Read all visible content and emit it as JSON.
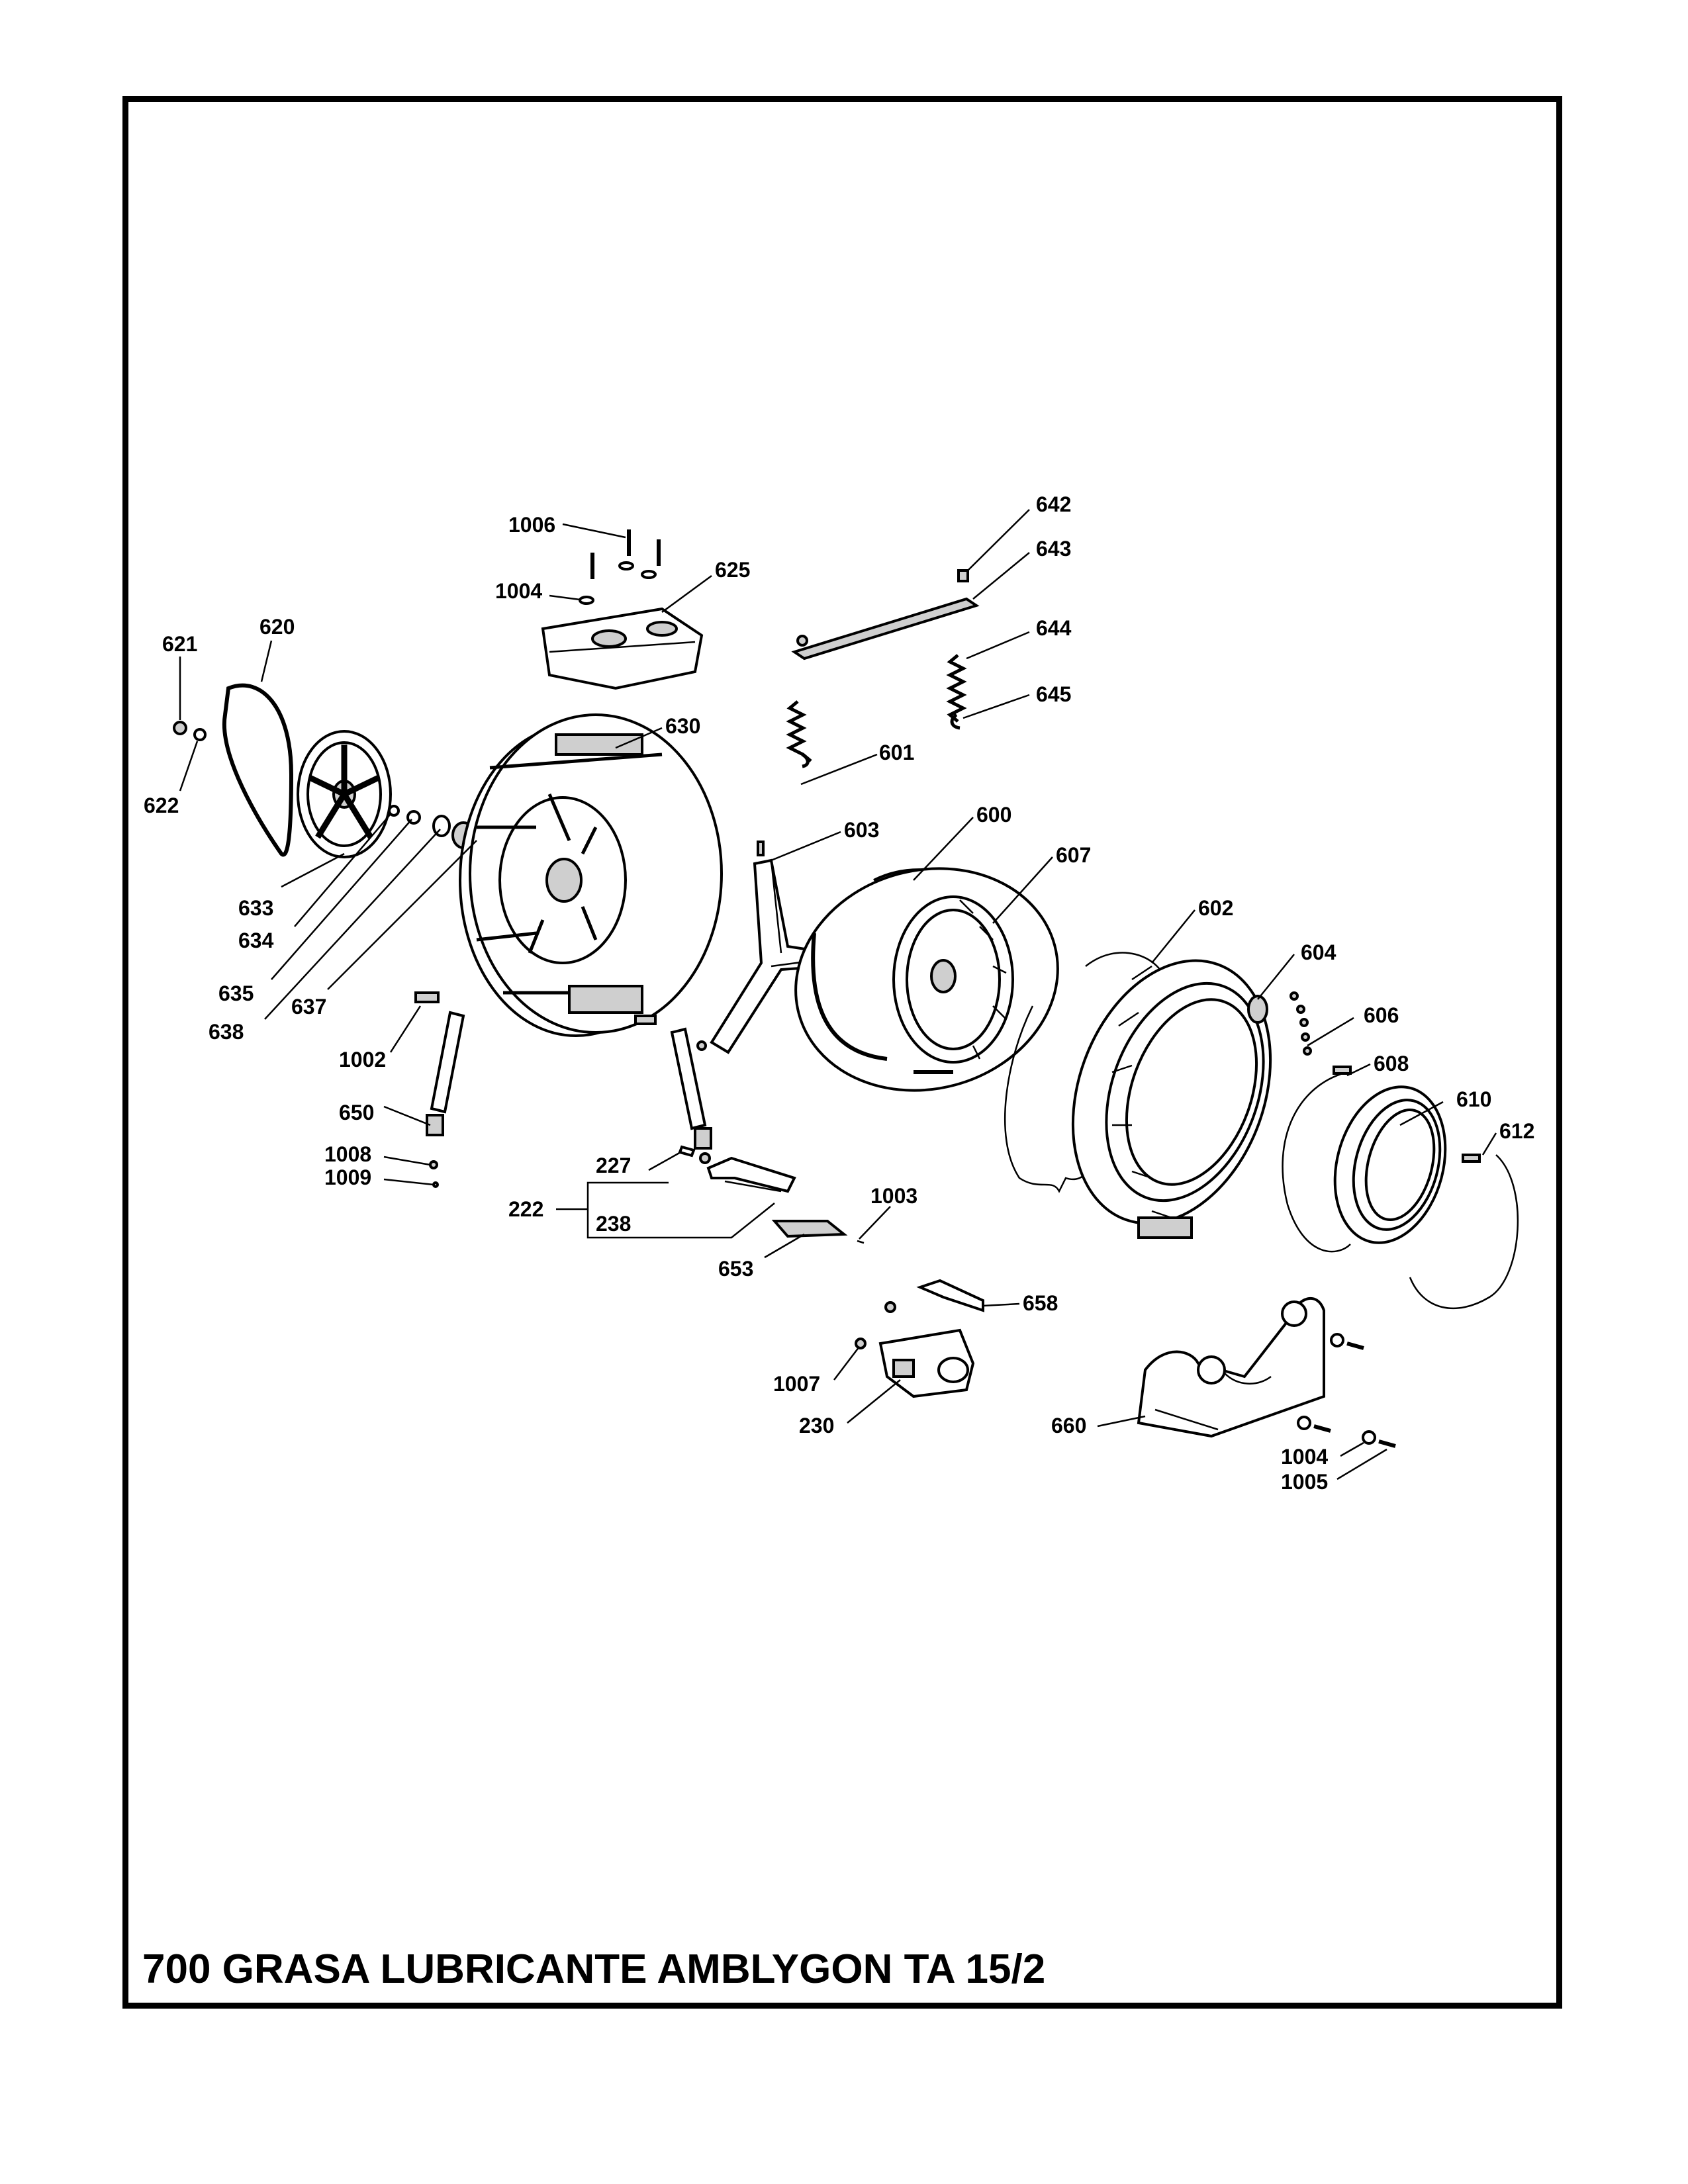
{
  "footer_note": "700 GRASA LUBRICANTE AMBLYGON TA 15/2",
  "callouts": {
    "p1006a": "1006",
    "p642": "642",
    "p643": "643",
    "p625": "625",
    "p1004a": "1004",
    "p621": "621",
    "p620": "620",
    "p644": "644",
    "p645": "645",
    "p622": "622",
    "p630": "630",
    "p601": "601",
    "p603": "603",
    "p600": "600",
    "p607": "607",
    "p602": "602",
    "p633": "633",
    "p634": "634",
    "p604": "604",
    "p635": "635",
    "p637": "637",
    "p638": "638",
    "p606": "606",
    "p608": "608",
    "p1002": "1002",
    "p610": "610",
    "p650": "650",
    "p612": "612",
    "p1008": "1008",
    "p1009": "1009",
    "p227": "227",
    "p222": "222",
    "p238": "238",
    "p1003": "1003",
    "p653": "653",
    "p658": "658",
    "p1007": "1007",
    "p230": "230",
    "p660": "660",
    "p1004b": "1004",
    "p1005": "1005"
  }
}
